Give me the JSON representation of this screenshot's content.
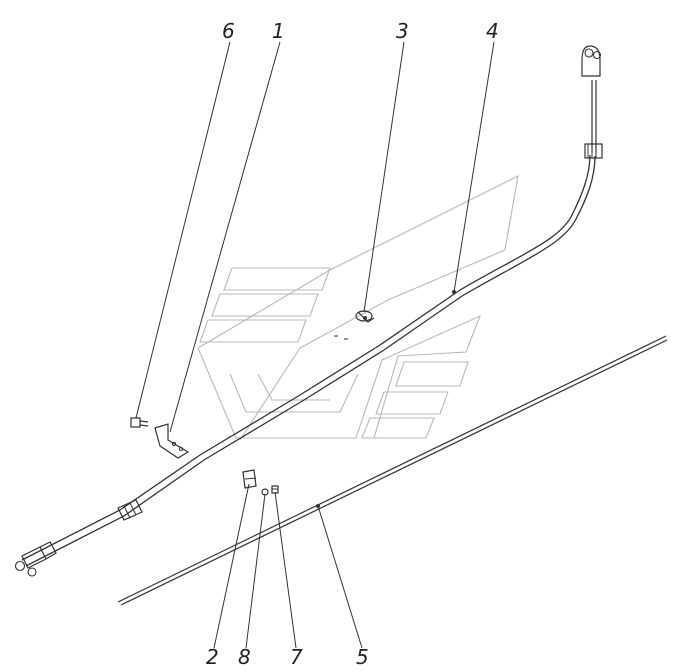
{
  "callouts": [
    {
      "id": "c6",
      "label": "6"
    },
    {
      "id": "c1",
      "label": "1"
    },
    {
      "id": "c3",
      "label": "3"
    },
    {
      "id": "c4",
      "label": "4"
    },
    {
      "id": "c2",
      "label": "2"
    },
    {
      "id": "c8",
      "label": "8"
    },
    {
      "id": "c7",
      "label": "7"
    },
    {
      "id": "c5",
      "label": "5"
    }
  ],
  "colors": {
    "line": "#333333",
    "watermark": "#b8b8b8",
    "background": "#ffffff"
  }
}
